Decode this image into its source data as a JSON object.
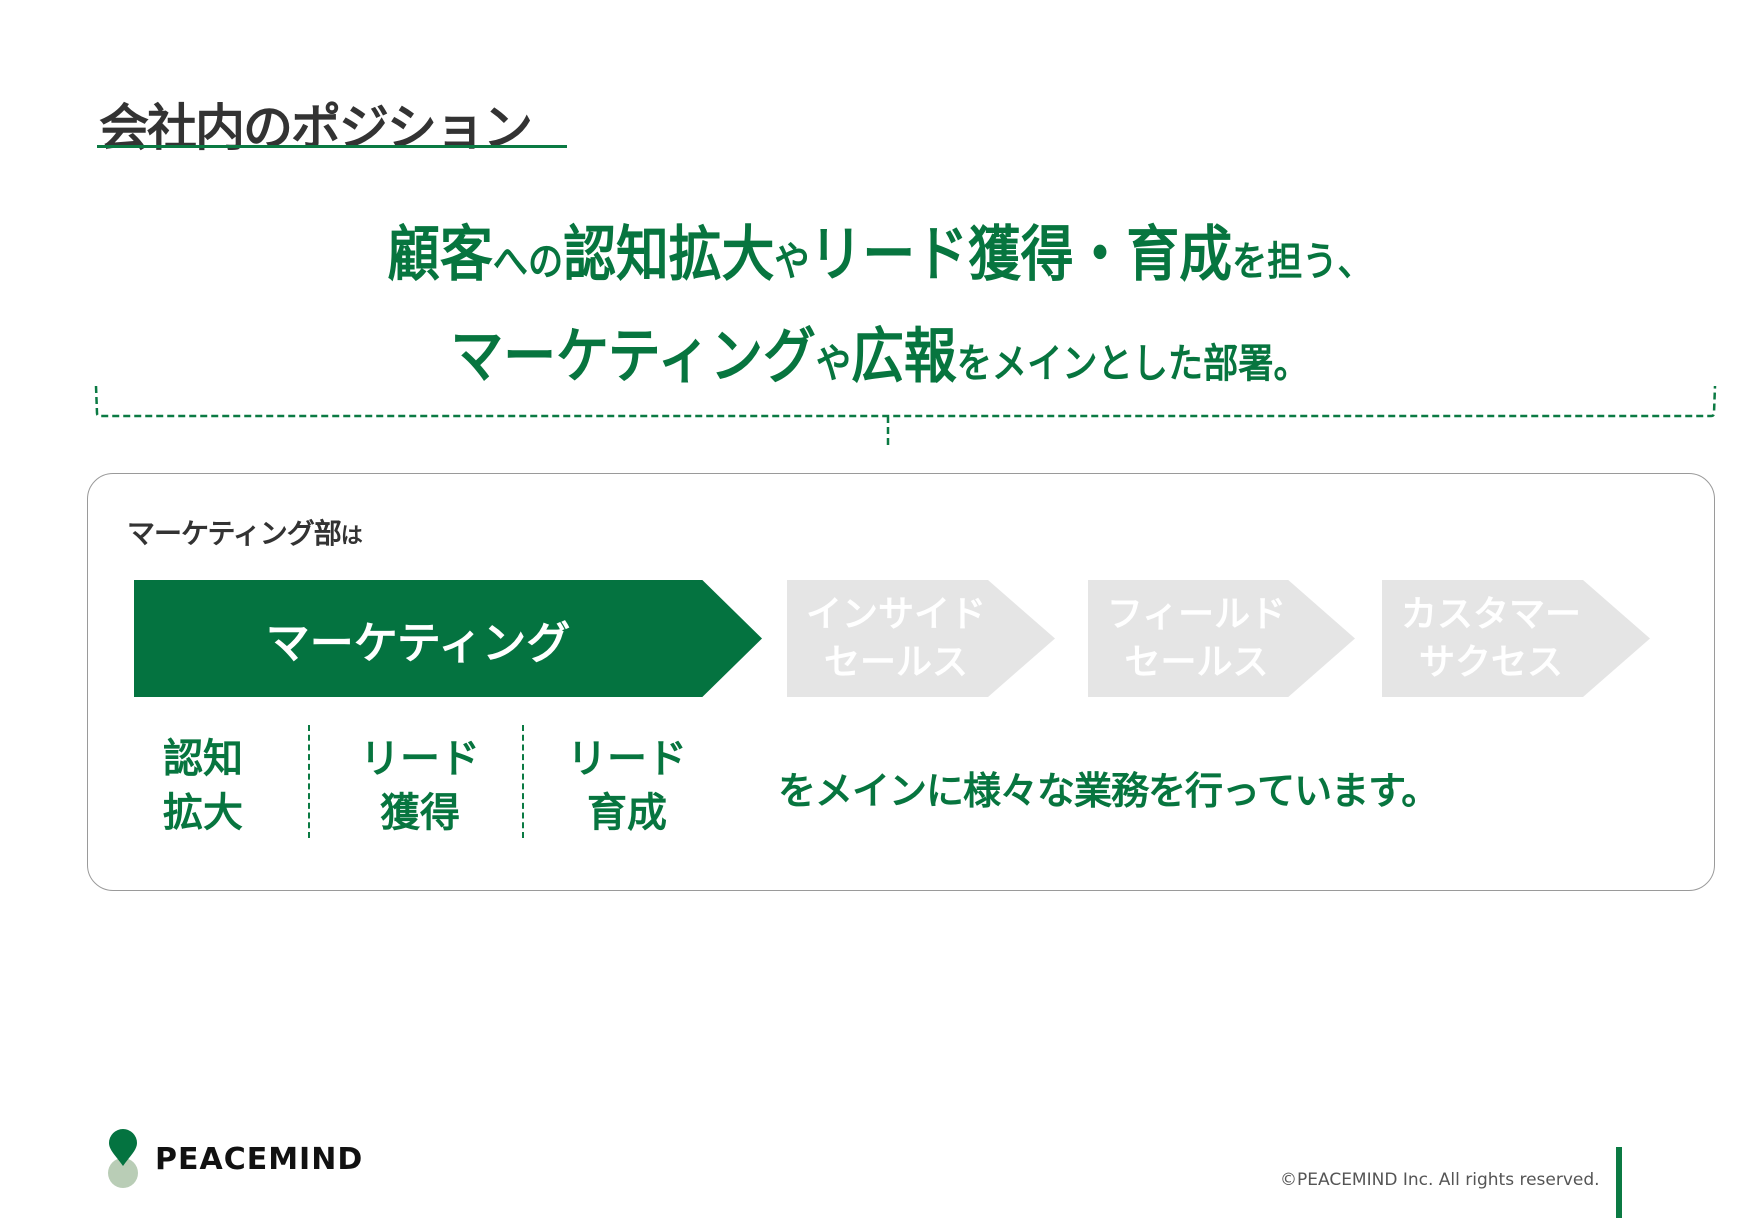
{
  "page": {
    "title": "会社内のポジション"
  },
  "headline": {
    "line1": [
      {
        "text": "顧客",
        "size": "big"
      },
      {
        "text": "への",
        "size": "small"
      },
      {
        "text": "認知拡大",
        "size": "big"
      },
      {
        "text": "や",
        "size": "small"
      },
      {
        "text": "リード獲得・育成",
        "size": "big"
      },
      {
        "text": "を担う、",
        "size": "small"
      }
    ],
    "line2": [
      {
        "text": "マーケティング",
        "size": "big"
      },
      {
        "text": "や",
        "size": "small"
      },
      {
        "text": "広報",
        "size": "big"
      },
      {
        "text": "をメインとした部署。",
        "size": "small"
      }
    ]
  },
  "box": {
    "label_main": "マーケティング部",
    "label_suffix": "は",
    "steps": [
      {
        "label": "マーケティング",
        "active": true
      },
      {
        "label": "インサイド\nセールス",
        "active": false
      },
      {
        "label": "フィールド\nセールス",
        "active": false
      },
      {
        "label": "カスタマー\nサクセス",
        "active": false
      }
    ],
    "tasks": [
      "認知\n拡大",
      "リード\n獲得",
      "リード\n育成"
    ],
    "sentence": "をメインに様々な業務を行っています。"
  },
  "footer": {
    "logo_text": "PEACEMIND",
    "copyright": "©PEACEMIND Inc. All rights reserved."
  },
  "colors": {
    "brand_green": "#047340",
    "inactive_grey": "#e5e5e5",
    "logo_light": "#b9cdb6"
  }
}
